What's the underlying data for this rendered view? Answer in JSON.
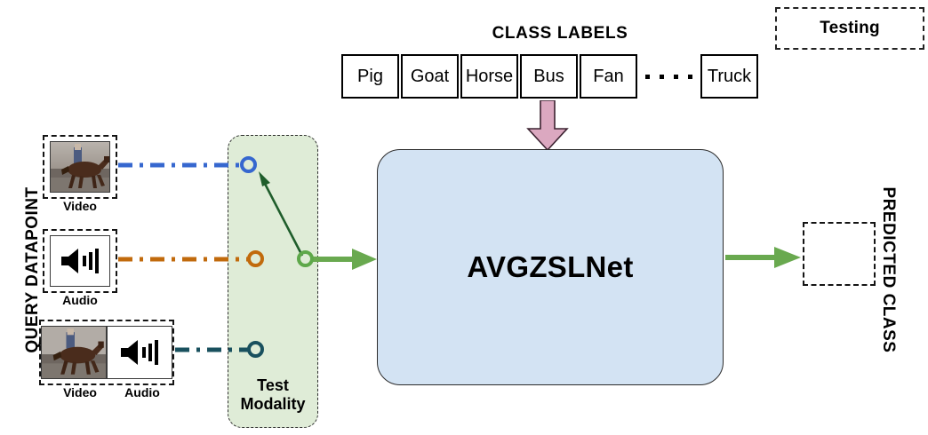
{
  "diagram": {
    "testing_badge": {
      "label": "Testing"
    },
    "class_labels": {
      "title": "CLASS LABELS",
      "items": [
        "Pig",
        "Goat",
        "Horse",
        "Bus",
        "Fan"
      ],
      "ellipsis_dot_count": 4,
      "last_item": "Truck"
    },
    "model": {
      "name": "AVGZSLNet",
      "fill_color": "#d3e3f3",
      "border_color": "#2b2b2b"
    },
    "class_label_arrow": {
      "icon": "down-block-arrow",
      "fill_color": "#dba8c0"
    },
    "query_datapoint": {
      "side_label": "QUERY DATAPOINT",
      "items": [
        {
          "id": "video",
          "captions": [
            "Video"
          ],
          "icons": [
            "video-thumbnail-icon"
          ],
          "wire_color": "#3667cf"
        },
        {
          "id": "audio",
          "captions": [
            "Audio"
          ],
          "icons": [
            "audio-speaker-icon"
          ],
          "wire_color": "#c16a0c"
        },
        {
          "id": "video-audio",
          "captions": [
            "Video",
            "Audio"
          ],
          "icons": [
            "video-thumbnail-icon",
            "audio-speaker-icon"
          ],
          "wire_color": "#19505e"
        }
      ]
    },
    "test_modality": {
      "label_line1": "Test",
      "label_line2": "Modality",
      "panel_fill": "#dfecd7",
      "selected": "video",
      "selector_pointer_color": "#1f5d2b",
      "output_color": "#5ea84a"
    },
    "predicted_class": {
      "side_label": "PREDICTED CLASS",
      "value": ""
    }
  }
}
